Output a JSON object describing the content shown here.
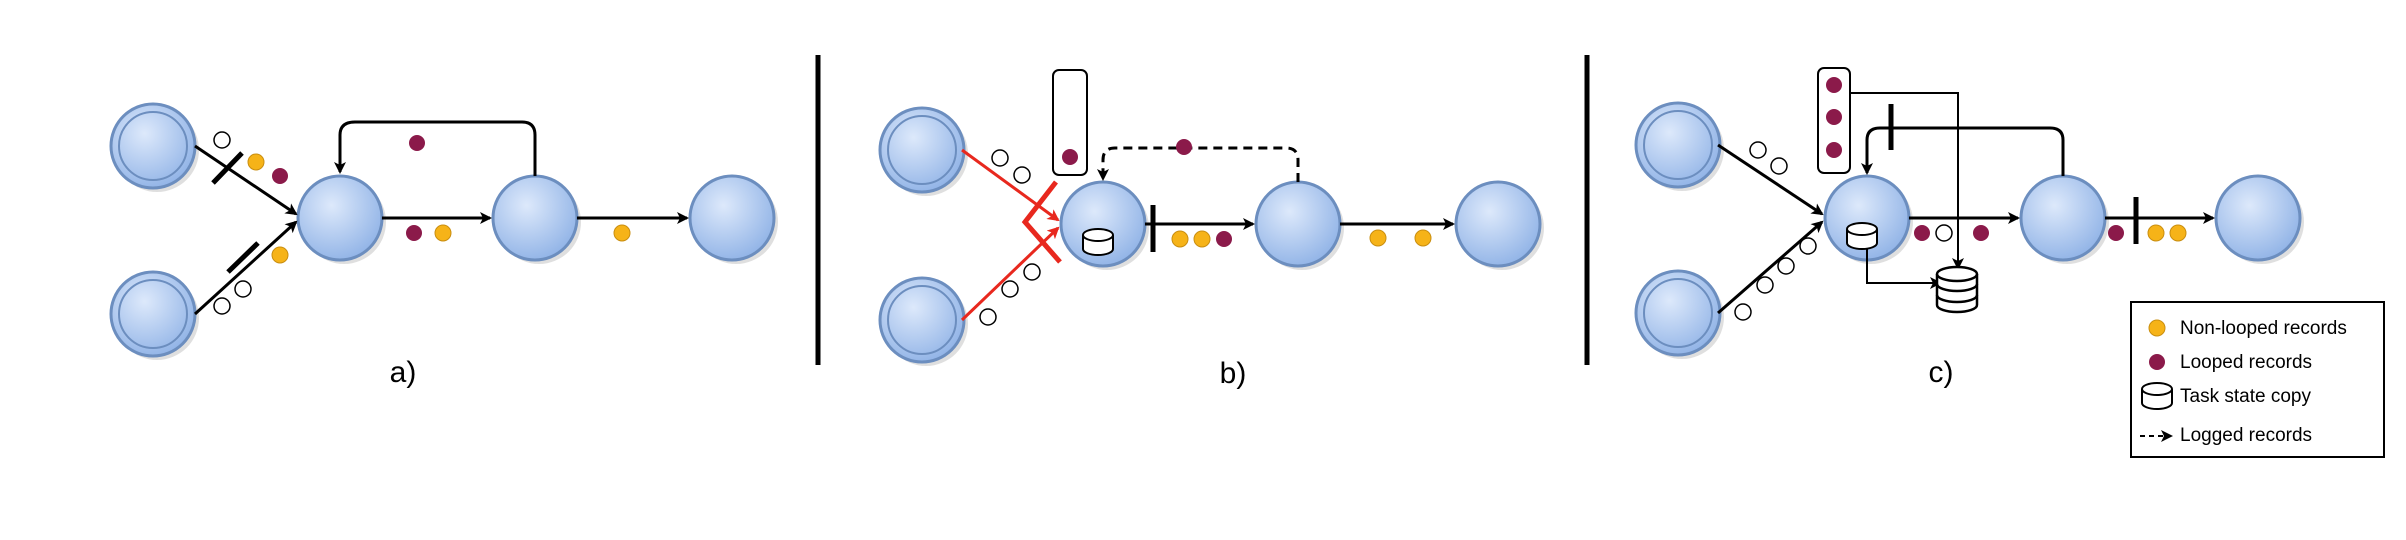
{
  "panels": [
    {
      "label": "a)"
    },
    {
      "label": "b)"
    },
    {
      "label": "c)"
    }
  ],
  "legend": {
    "items": [
      {
        "label": "Non-looped records",
        "symbol": "orange-record-icon"
      },
      {
        "label": "Looped records",
        "symbol": "purple-record-icon"
      },
      {
        "label": "Task state copy",
        "symbol": "cylinder-icon"
      },
      {
        "label": "Logged records",
        "symbol": "dashed-arrow-icon"
      }
    ]
  },
  "colors": {
    "node_fill": "#a9c4ec",
    "node_stroke": "#6c8ebf",
    "non_looped": "#f6b318",
    "looped": "#8b1a4a",
    "red_edge": "#e8281e",
    "line": "#000000"
  }
}
